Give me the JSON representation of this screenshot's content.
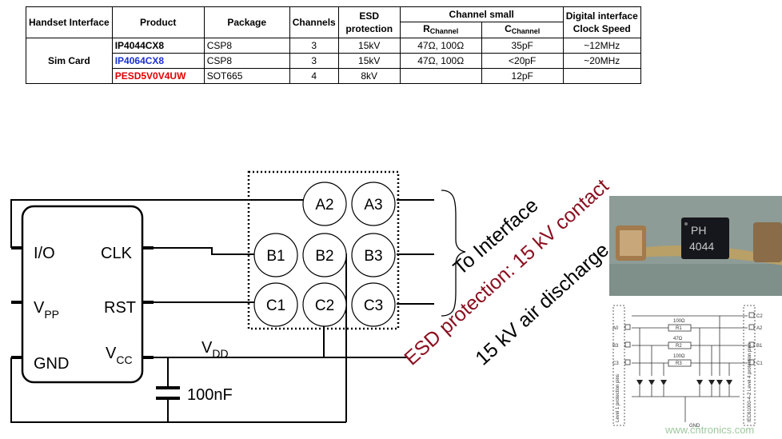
{
  "table": {
    "headers": {
      "handset_interface": "Handset Interface",
      "product": "Product",
      "package": "Package",
      "channels": "Channels",
      "esd_protection_1": "ESD",
      "esd_protection_2": "protection",
      "channel_small": "Channel small",
      "r_channel_main": "R",
      "r_channel_sub": "Channel",
      "c_channel_main": "C",
      "c_channel_sub": "Channel",
      "digital_interface_1": "Digital interface",
      "digital_interface_2": "Clock Speed"
    },
    "group_label": "Sim Card",
    "rows": [
      {
        "product": "IP4044CX8",
        "color": "#000000",
        "package": "CSP8",
        "channels": "3",
        "esd": "15kV",
        "r": "47Ω, 100Ω",
        "c": "35pF",
        "clock": "~12MHz"
      },
      {
        "product": "IP4064CX8",
        "color": "#1a2fd0",
        "package": "CSP8",
        "channels": "3",
        "esd": "15kV",
        "r": "47Ω, 100Ω",
        "c": "<20pF",
        "clock": "~20MHz"
      },
      {
        "product": "PESD5V0V4UW",
        "color": "#e00000",
        "package": "SOT665",
        "channels": "4",
        "esd": "8kV",
        "r": "",
        "c": "12pF",
        "clock": ""
      }
    ]
  },
  "sim_block": {
    "pin_io": "I/O",
    "pin_clk": "CLK",
    "pin_vpp_main": "V",
    "pin_vpp_sub": "PP",
    "pin_rst": "RST",
    "pin_gnd": "GND",
    "pin_vcc_main": "V",
    "pin_vcc_sub": "CC"
  },
  "vdd_main": "V",
  "vdd_sub": "DD",
  "capacitor_label": "100nF",
  "balls": [
    "A2",
    "A3",
    "B1",
    "B2",
    "B3",
    "C1",
    "C2",
    "C3"
  ],
  "to_interface": "To Interface",
  "esd_contact": "ESD protection: 15 kV contact",
  "air_discharge": "15 kV air discharge",
  "chip_marking": [
    "PH",
    "4044"
  ],
  "schematic": {
    "pins_left": [
      "A0",
      "B3",
      "C3"
    ],
    "pins_right": [
      "C2",
      "A2",
      "B1",
      "C1"
    ],
    "resistors": [
      "100Ω",
      "R1",
      "47Ω",
      "R2",
      "100Ω",
      "R3"
    ],
    "level1": "Level 1 protection pins",
    "level4": "IEC61000-4-2 Level 4 protection pins",
    "gnd": "GND"
  },
  "watermark": "www.cntronics.com",
  "colors": {
    "esd_text": "#8b1020",
    "blue_product": "#1a2fd0",
    "red_product": "#e00000"
  }
}
